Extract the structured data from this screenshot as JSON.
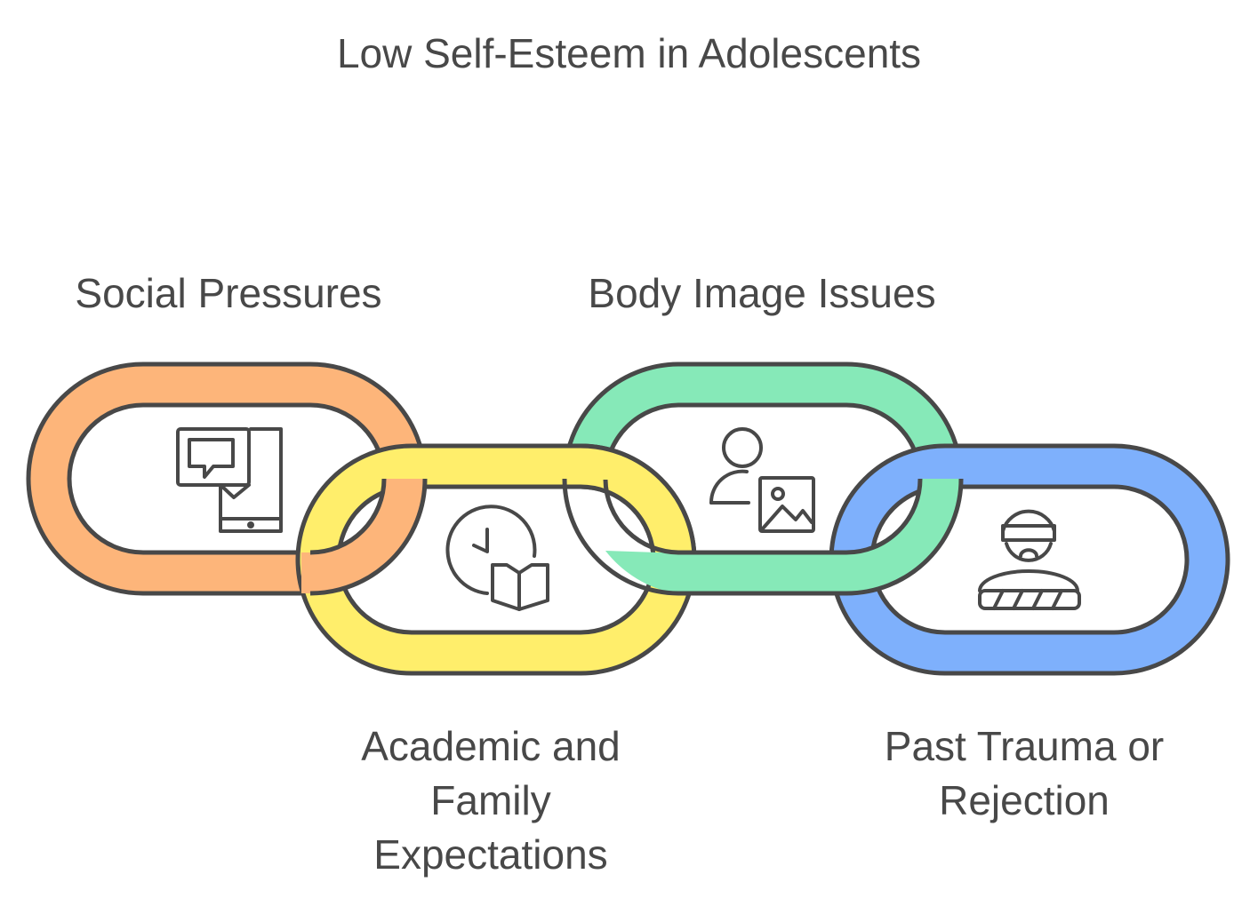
{
  "title": "Low Self-Esteem in Adolescents",
  "links": [
    {
      "id": "social",
      "lines": [
        "Social Pressures"
      ],
      "color": "#FDB57A",
      "icon": "chat-phone-icon"
    },
    {
      "id": "academic",
      "lines": [
        "Academic and",
        "Family",
        "Expectations"
      ],
      "color": "#FFEE6B",
      "icon": "clock-book-icon"
    },
    {
      "id": "body",
      "lines": [
        "Body Image Issues"
      ],
      "color": "#86E9B8",
      "icon": "person-image-icon"
    },
    {
      "id": "trauma",
      "lines": [
        "Past Trauma or",
        "Rejection"
      ],
      "color": "#7EB0FC",
      "icon": "blindfolded-person-icon"
    }
  ],
  "outline_color": "#484848"
}
